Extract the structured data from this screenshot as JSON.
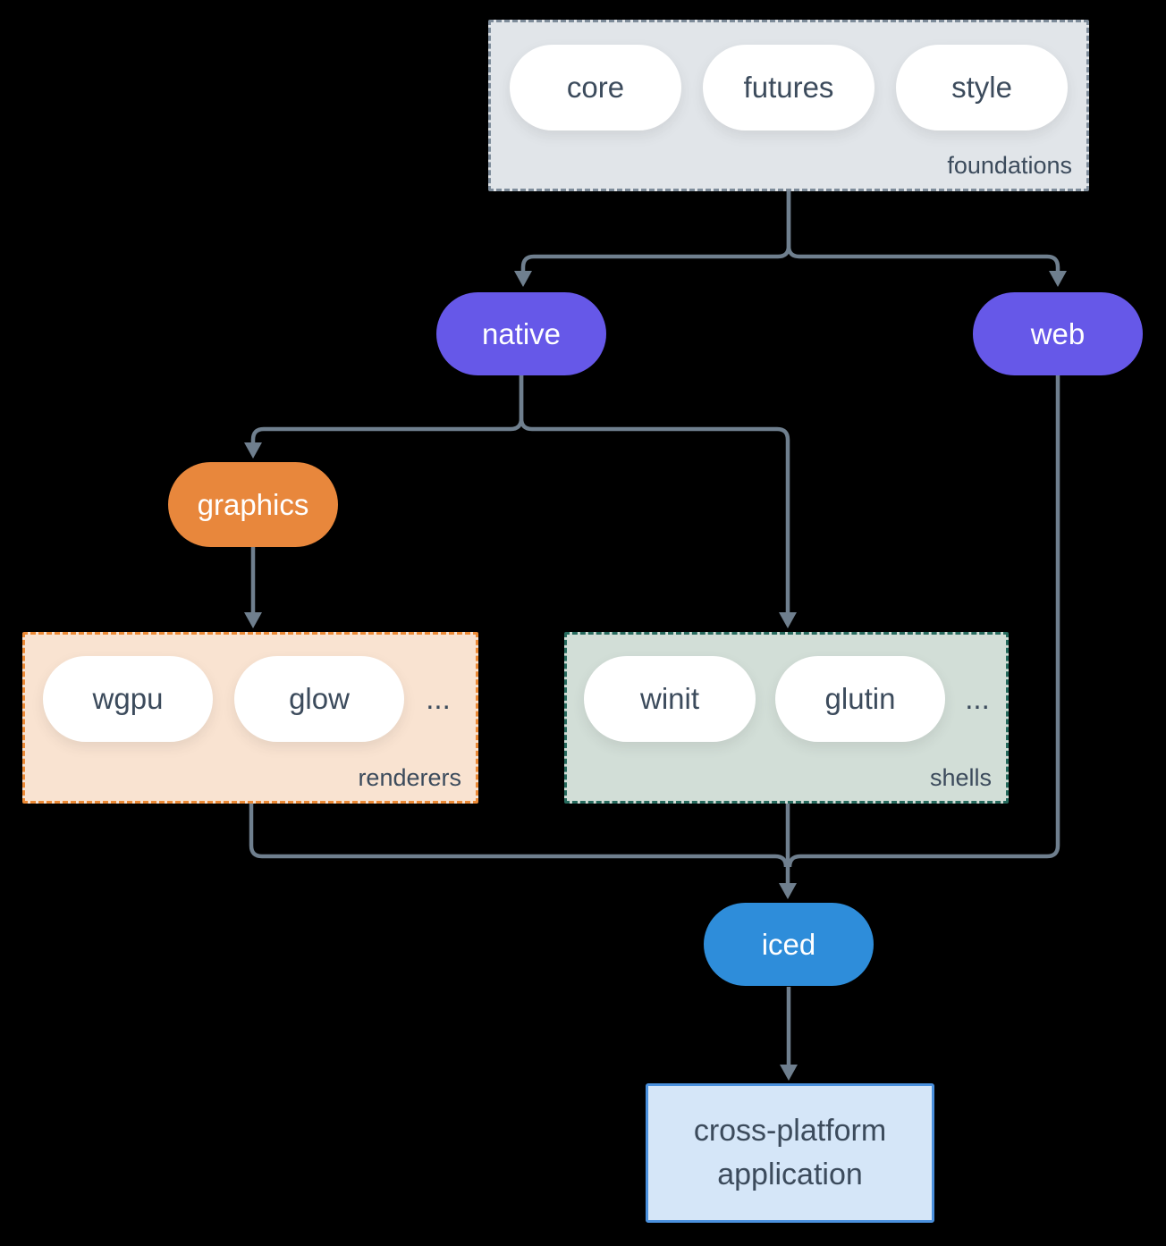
{
  "palette": {
    "background": "#000000",
    "arrow": "#6f7f8e",
    "node_purple": "#6658e8",
    "node_orange": "#e8873c",
    "node_blue": "#2e8dda",
    "foundations_bg": "#e1e5e9",
    "foundations_border": "#7e8c9a",
    "renderers_bg": "#f9e3d1",
    "renderers_border": "#ec8a36",
    "shells_bg": "#d2ded7",
    "shells_border": "#266a5d",
    "app_bg": "#d5e6f8",
    "app_border": "#4a90dd",
    "text_dark": "#3c4b5c",
    "text_light": "#ffffff"
  },
  "nodes": {
    "foundations": {
      "label": "foundations",
      "pills": [
        {
          "label": "core"
        },
        {
          "label": "futures"
        },
        {
          "label": "style"
        }
      ]
    },
    "native": {
      "label": "native"
    },
    "web": {
      "label": "web"
    },
    "graphics": {
      "label": "graphics"
    },
    "renderers": {
      "label": "renderers",
      "pills": [
        {
          "label": "wgpu"
        },
        {
          "label": "glow"
        }
      ],
      "more": "..."
    },
    "shells": {
      "label": "shells",
      "pills": [
        {
          "label": "winit"
        },
        {
          "label": "glutin"
        }
      ],
      "more": "..."
    },
    "iced": {
      "label": "iced"
    },
    "app": {
      "label": "cross-platform application"
    }
  }
}
